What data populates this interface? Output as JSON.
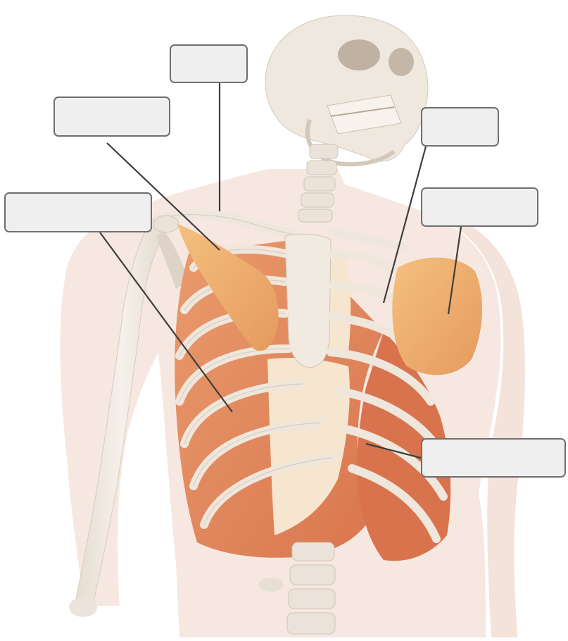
{
  "diagram": {
    "labels": [
      {
        "id": "lb-1",
        "text": ""
      },
      {
        "id": "lb-2",
        "text": ""
      },
      {
        "id": "lb-3",
        "text": ""
      },
      {
        "id": "lb-4",
        "text": ""
      },
      {
        "id": "lb-5",
        "text": ""
      },
      {
        "id": "lb-6",
        "text": ""
      }
    ],
    "colors": {
      "bone": "#f1ebe4",
      "bone_shadow": "#d9d0c5",
      "skin": "#f6e8e1",
      "muscle": "#e08a5f",
      "muscle_light": "#f2b37a",
      "cartilage": "#f7e6cf",
      "leader_line": "#3d3d3d",
      "box_fill": "#efefef",
      "box_border": "#6f6f6f"
    }
  }
}
